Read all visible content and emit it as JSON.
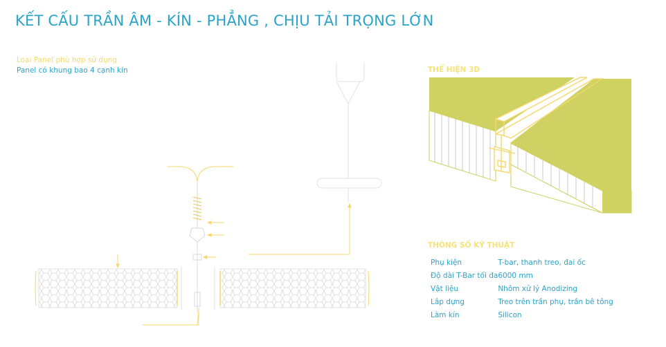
{
  "title": "KẾT CẤU TRẦN ÂM - KÍN - PHẲNG , CHỊU TẢI TRỌNG LỚN",
  "panel_type": {
    "label": "Loại Panel phù hợp sử dụng",
    "value": "Panel có khung bao 4 cạnh kín"
  },
  "render_3d": {
    "label": "THỂ HIỆN 3D"
  },
  "specs": {
    "label": "THÔNG SỐ KỸ THUẬT",
    "rows": [
      {
        "key": "Phụ kiện",
        "value": "T-bar, thanh treo, đai ốc"
      },
      {
        "key": "Độ dài T-Bar tối đa",
        "value": "6000 mm"
      },
      {
        "key": "Vật liệu",
        "value": "Nhôm xử lý Anodizing"
      },
      {
        "key": "Lắp dựng",
        "value": "Treo trên trần phụ, trần bê tông"
      },
      {
        "key": "Làm kín",
        "value": "Silicon"
      }
    ]
  },
  "colors": {
    "title": "#2aa3c9",
    "accent_yellow": "#f5d96b",
    "panel_fill": "#cfd163",
    "line_grey": "#cfcfcf"
  }
}
